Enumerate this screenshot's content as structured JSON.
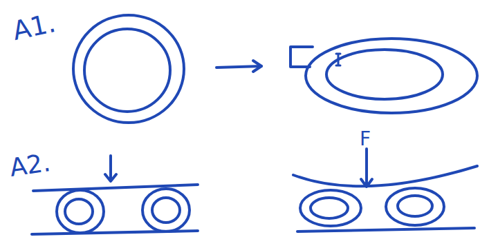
{
  "diagram": {
    "labels": [
      "A1.",
      "A2.",
      "F"
    ]
  }
}
